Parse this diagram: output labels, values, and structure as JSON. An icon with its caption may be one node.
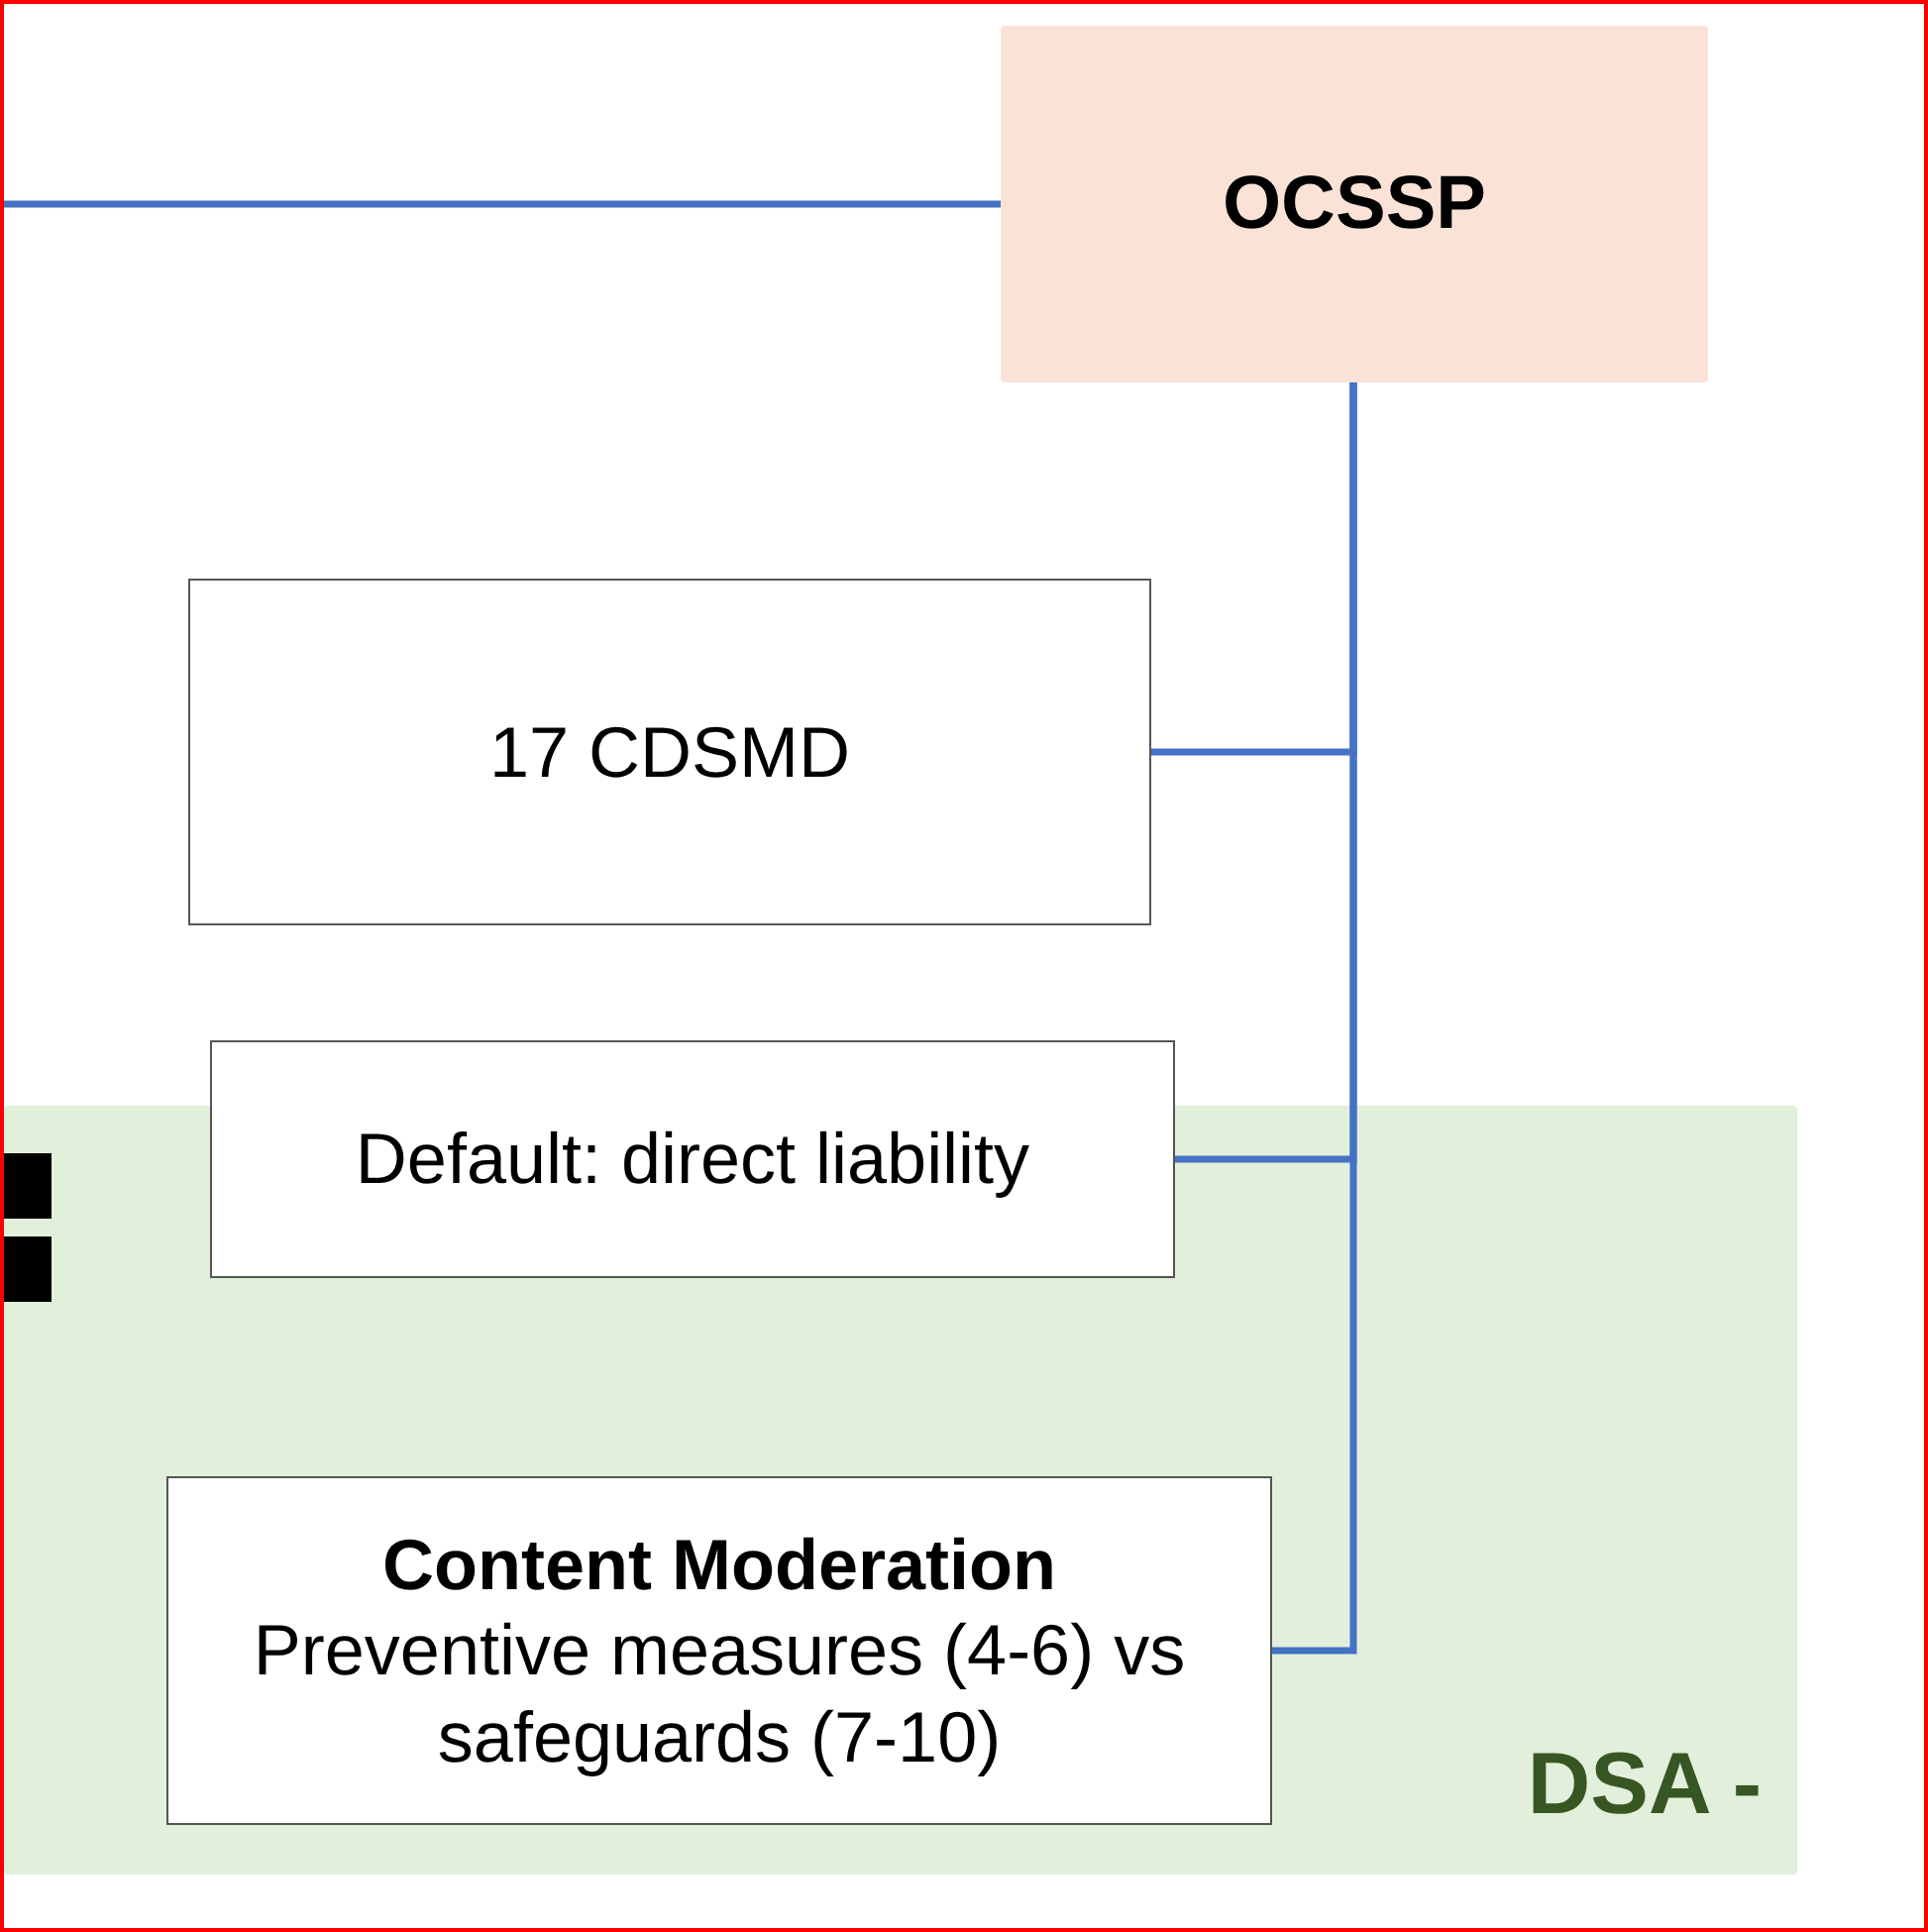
{
  "diagram": {
    "nodes": [
      {
        "text": [
          "OCSSP"
        ]
      },
      {
        "text": [
          "17 CDSMD"
        ]
      },
      {
        "text": [
          "DSA -"
        ]
      },
      {
        "text": [
          "Default: direct liability"
        ]
      },
      {
        "text": [
          "Content Moderation",
          "Preventive measures (4-6) vs safeguards (7-10)"
        ],
        "in": 2
      }
    ],
    "edges": [
      {
        "from": null,
        "to": 0,
        "arrow": "none"
      },
      {
        "from": 0,
        "to": 1,
        "arrow": "none"
      },
      {
        "from": 0,
        "to": 3,
        "arrow": "none"
      },
      {
        "from": 0,
        "to": 4,
        "arrow": "none"
      }
    ]
  }
}
